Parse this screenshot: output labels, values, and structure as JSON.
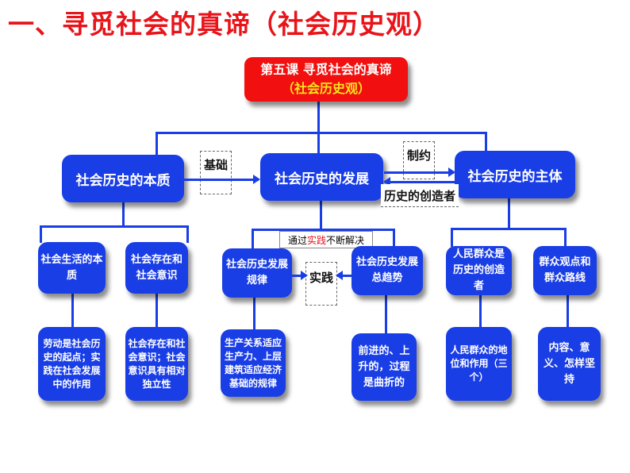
{
  "title": "一、寻觅社会的真谛（社会历史观）",
  "root": {
    "line1": "第五课 寻觅社会的真谛",
    "line2": "（社会历史观）"
  },
  "level2": [
    "社会历史的本质",
    "社会历史的发展",
    "社会历史的主体"
  ],
  "labels": {
    "basis": "基础",
    "constraint": "制约",
    "creator": "历史的创造者",
    "practice": "实践",
    "solve_prefix": "通过",
    "solve_red": "实践",
    "solve_suffix": "不断解决"
  },
  "level3": [
    "社会生活的本质",
    "社会存在和社会意识",
    "社会历史发展规律",
    "社会历史发展总趋势",
    "人民群众是历史的创造者",
    "群众观点和群众路线"
  ],
  "level4": [
    "劳动是社会历史的起点；实践在社会发展中的作用",
    "社会存在和社会意识；社会意识具有相对独立性",
    "生产关系适应生产力、上层建筑适应经济基础的规律",
    "前进的、上升的，过程是曲折的",
    "人民群众的地位和作用（三个）",
    "内容、意义、怎样坚持"
  ],
  "colors": {
    "blue": "#1a3ee6",
    "red": "#f20f0f",
    "title_red": "#e8141a",
    "highlight": "#f7e51c"
  }
}
